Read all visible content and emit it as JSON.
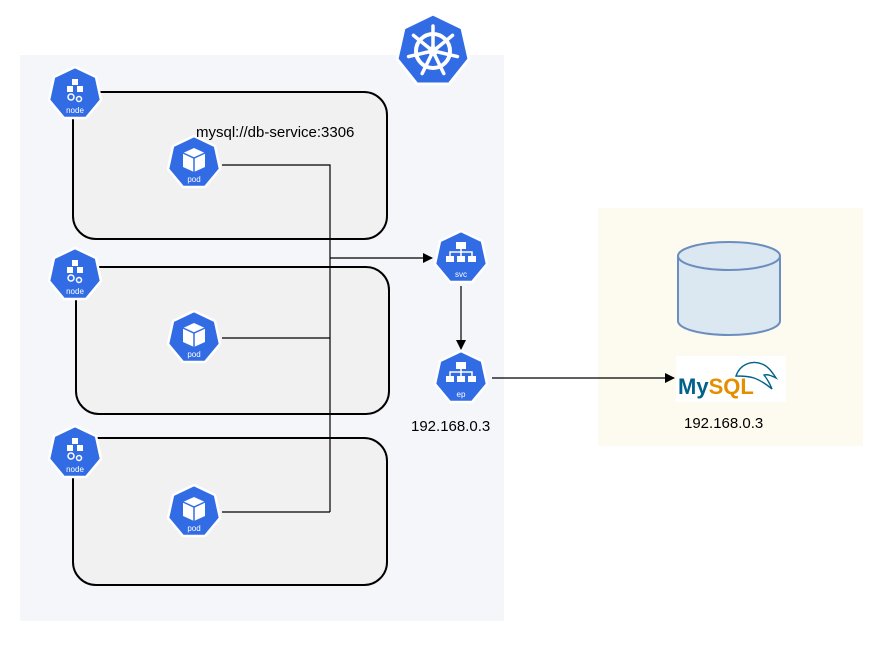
{
  "connection_string": "mysql://db-service:3306",
  "endpoint_ip": "192.168.0.3",
  "mysql_ip": "192.168.0.3",
  "mysql_logo_text": "MySQL",
  "icons": {
    "node_label": "node",
    "pod_label": "pod",
    "svc_label": "svc",
    "ep_label": "ep"
  },
  "colors": {
    "kube_blue": "#326ce5",
    "cluster_bg": "#f5f6fa",
    "external_bg": "#fdfaef",
    "node_fill": "#f1f1f1",
    "db_fill": "#dbe8f2",
    "db_stroke": "#6c8ebf",
    "mysql_blue": "#00618a",
    "mysql_orange": "#e48e00"
  }
}
